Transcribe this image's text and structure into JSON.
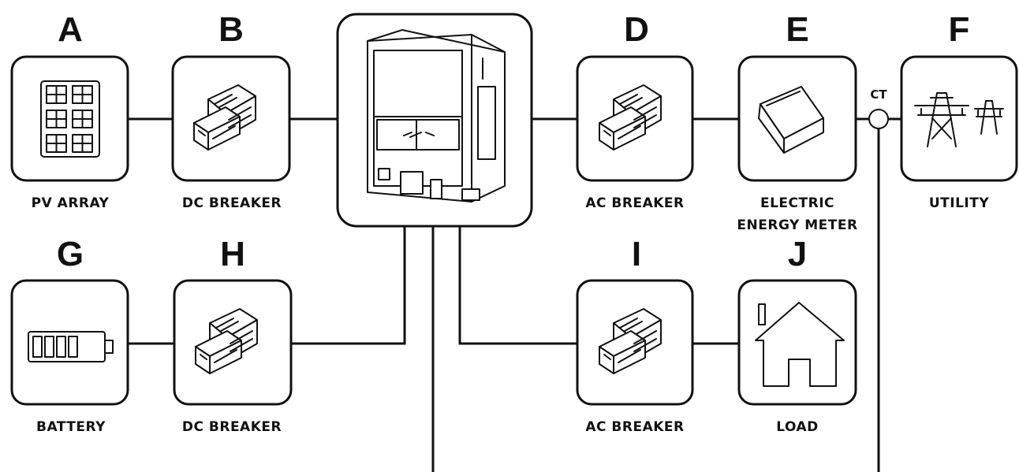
{
  "components": {
    "pv_array": {
      "letter": "A",
      "label": "PV ARRAY"
    },
    "dc_breaker_1": {
      "letter": "B",
      "label": "DC BREAKER"
    },
    "ac_breaker_1": {
      "letter": "D",
      "label": "AC BREAKER"
    },
    "energy_meter": {
      "letter": "E",
      "label_line1": "ELECTRIC",
      "label_line2": "ENERGY METER"
    },
    "utility": {
      "letter": "F",
      "label": "UTILITY"
    },
    "battery": {
      "letter": "G",
      "label": "BATTERY"
    },
    "dc_breaker_2": {
      "letter": "H",
      "label": "DC BREAKER"
    },
    "ac_breaker_2": {
      "letter": "I",
      "label": "AC BREAKER"
    },
    "load": {
      "letter": "J",
      "label": "LOAD"
    }
  },
  "ct_label": "CT",
  "icons": {
    "pv_array": "solar-panel-icon",
    "breaker": "circuit-breaker-icon",
    "inverter": "inverter-icon",
    "energy_meter": "meter-icon",
    "utility": "power-tower-icon",
    "battery": "battery-icon",
    "load": "house-icon"
  },
  "colors": {
    "line": "#111111",
    "background": "#ffffff"
  }
}
